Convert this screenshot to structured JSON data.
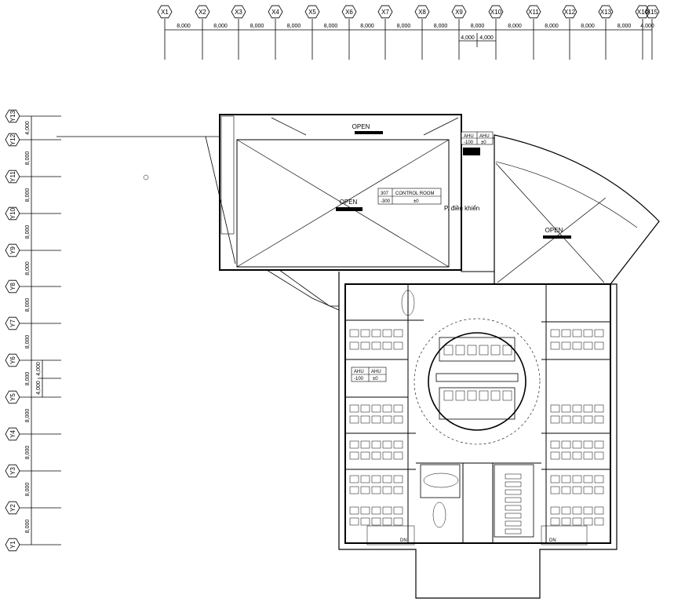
{
  "grid_x": {
    "labels": [
      "X1",
      "X2",
      "X3",
      "X4",
      "X5",
      "X6",
      "X7",
      "X8",
      "X9",
      "X10",
      "X11",
      "X12",
      "X13",
      "X14",
      "X15"
    ],
    "spacings": [
      "8,000",
      "8,000",
      "8,000",
      "8,000",
      "8,000",
      "8,000",
      "8,000",
      "8,000",
      "8,000",
      "8,000",
      "8,000",
      "8,000",
      "8,000",
      "4,000"
    ],
    "split_dims": [
      "4,000",
      "4,000"
    ]
  },
  "grid_y": {
    "labels": [
      "Y13",
      "Y12",
      "Y11",
      "Y10",
      "Y9",
      "Y8",
      "Y7",
      "Y6",
      "Y5",
      "Y4",
      "Y3",
      "Y2",
      "Y1"
    ],
    "spacings": [
      "4,000",
      "8,000",
      "8,000",
      "8,000",
      "8,000",
      "8,000",
      "8,000",
      "8,000",
      "8,000",
      "8,000",
      "8,000",
      "8,000"
    ],
    "split_dims": [
      "4,000",
      "4,000"
    ]
  },
  "openings": {
    "top": "OPEN",
    "main": "OPEN",
    "right": "OPEN"
  },
  "control_room_table": {
    "code": "307",
    "name": "CONTROL ROOM",
    "level_a": "-300",
    "level_b": "±0"
  },
  "ahu_top": {
    "c1": "AHU",
    "c2": "AHU",
    "v1": "-100",
    "v2": "±0"
  },
  "ahu_left": {
    "c1": "AHU",
    "c2": "AHU",
    "v1": "-100",
    "v2": "±0"
  },
  "room_note": "P. điều khiển",
  "stair_labels": {
    "left": "DN",
    "right": "DN"
  }
}
